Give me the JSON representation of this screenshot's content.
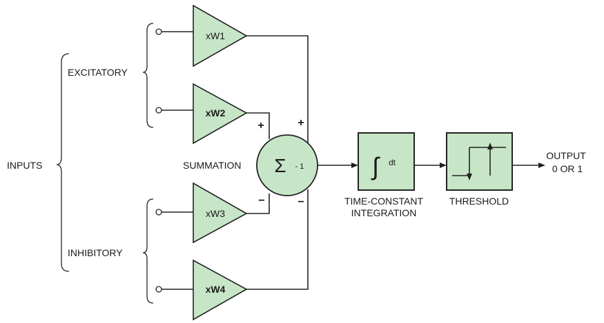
{
  "labels": {
    "inputs": "INPUTS",
    "excitatory": "EXCITATORY",
    "inhibitory": "INHIBITORY",
    "summation": "SUMMATION",
    "time_constant_1": "TIME-CONSTANT",
    "time_constant_2": "INTEGRATION",
    "threshold": "THRESHOLD",
    "output_1": "OUTPUT",
    "output_2": "0 OR 1"
  },
  "amplifiers": [
    {
      "label": "xW1"
    },
    {
      "label": "xW2"
    },
    {
      "label": "xW3"
    },
    {
      "label": "xW4"
    }
  ],
  "summation_node": {
    "symbol": "Σ",
    "suffix": "- 1"
  },
  "integrator": {
    "symbol": "∫",
    "suffix": "dt"
  },
  "signs": {
    "w2": "+",
    "w1": "+",
    "w3": "−",
    "w4": "−"
  },
  "colors": {
    "block_fill": "#c7e6c8",
    "line": "#222222"
  }
}
